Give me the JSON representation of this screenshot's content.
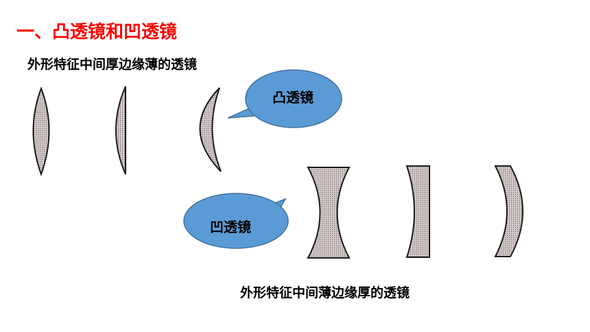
{
  "slide": {
    "title": "一、凸透镜和凹透镜",
    "convex": {
      "caption": "外形特征中间厚边缘薄的透镜",
      "bubble_label": "凸透镜"
    },
    "concave": {
      "caption": "外形特征中间薄边缘厚的透镜",
      "bubble_label": "凹透镜"
    }
  },
  "colors": {
    "title": "#ff0000",
    "bubble_fill": "#5b9bd5",
    "bubble_stroke": "#41719c",
    "lens_fill": "#c9bfbf",
    "lens_stroke": "#1a1a1a"
  },
  "icons": {
    "lenses": [
      "biconvex-lens-icon",
      "plano-convex-lens-icon",
      "convex-meniscus-lens-icon",
      "biconcave-lens-icon",
      "plano-concave-lens-icon",
      "concave-meniscus-lens-icon"
    ]
  }
}
